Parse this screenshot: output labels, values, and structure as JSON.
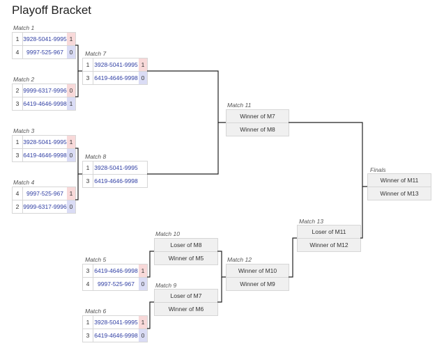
{
  "title": "Playoff Bracket",
  "matches": {
    "m1": {
      "label": "Match 1",
      "rows": [
        {
          "seed": "1",
          "team": "3928-5041-9995",
          "score": "1",
          "state": "win"
        },
        {
          "seed": "4",
          "team": "9997-525-967",
          "score": "0",
          "state": "lose"
        }
      ]
    },
    "m2": {
      "label": "Match 2",
      "rows": [
        {
          "seed": "2",
          "team": "9999-6317-9996",
          "score": "0",
          "state": "win"
        },
        {
          "seed": "3",
          "team": "6419-4646-9998",
          "score": "1",
          "state": "lose"
        }
      ]
    },
    "m3": {
      "label": "Match 3",
      "rows": [
        {
          "seed": "1",
          "team": "3928-5041-9995",
          "score": "1",
          "state": "win"
        },
        {
          "seed": "3",
          "team": "6419-4646-9998",
          "score": "0",
          "state": "lose"
        }
      ]
    },
    "m4": {
      "label": "Match 4",
      "rows": [
        {
          "seed": "4",
          "team": "9997-525-967",
          "score": "1",
          "state": "win"
        },
        {
          "seed": "2",
          "team": "9999-6317-9996",
          "score": "0",
          "state": "lose"
        }
      ]
    },
    "m7": {
      "label": "Match 7",
      "rows": [
        {
          "seed": "1",
          "team": "3928-5041-9995",
          "score": "1",
          "state": "win"
        },
        {
          "seed": "3",
          "team": "6419-4646-9998",
          "score": "0",
          "state": "lose"
        }
      ]
    },
    "m8": {
      "label": "Match 8",
      "rows": [
        {
          "seed": "1",
          "team": "3928-5041-9995",
          "score": "",
          "state": ""
        },
        {
          "seed": "3",
          "team": "6419-4646-9998",
          "score": "",
          "state": ""
        }
      ]
    },
    "m5": {
      "label": "Match 5",
      "rows": [
        {
          "seed": "3",
          "team": "6419-4646-9998",
          "score": "1",
          "state": "win"
        },
        {
          "seed": "4",
          "team": "9997-525-967",
          "score": "0",
          "state": "lose"
        }
      ]
    },
    "m6": {
      "label": "Match 6",
      "rows": [
        {
          "seed": "1",
          "team": "3928-5041-9995",
          "score": "1",
          "state": "win"
        },
        {
          "seed": "3",
          "team": "6419-4646-9998",
          "score": "0",
          "state": "lose"
        }
      ]
    }
  },
  "pending": {
    "m11": {
      "label": "Match 11",
      "rows": [
        "Winner of M7",
        "Winner of M8"
      ]
    },
    "finals": {
      "label": "Finals",
      "rows": [
        "Winner of M11",
        "Winner of M13"
      ]
    },
    "m10": {
      "label": "Match 10",
      "rows": [
        "Loser of M8",
        "Winner of M5"
      ]
    },
    "m9": {
      "label": "Match 9",
      "rows": [
        "Loser of M7",
        "Winner of M6"
      ]
    },
    "m12": {
      "label": "Match 12",
      "rows": [
        "Winner of M10",
        "Winner of M9"
      ]
    },
    "m13": {
      "label": "Match 13",
      "rows": [
        "Loser of M11",
        "Winner of M12"
      ]
    }
  },
  "colors": {
    "win": "#f8d9d9",
    "lose": "#dadcf5",
    "team_text": "#2f3ea3"
  }
}
